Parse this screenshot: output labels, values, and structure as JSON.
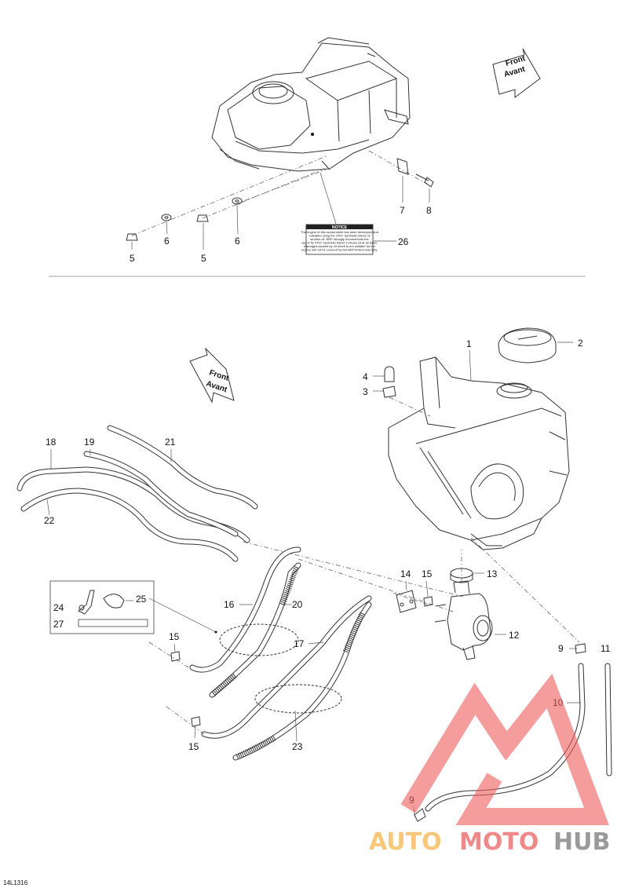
{
  "drawing_code": "14L1316",
  "front_arrow": {
    "line1": "Front",
    "line2": "Avant"
  },
  "notice_label": {
    "heading": "NOTICE",
    "text_lines": [
      "The engine of this snowmobile has been developed and",
      "validated using the XPS* Synthetic Blend oil",
      "strokes oil. BRP strongly recommends the",
      "use of its XPS* Synthetic Blend 2-stroke oil at all times.",
      "Damages caused by oil which is not suitable for the",
      "engine will not be covered by the BRP limited warranty."
    ]
  },
  "callouts_top": [
    {
      "id": "5a",
      "label": "5"
    },
    {
      "id": "6a",
      "label": "6"
    },
    {
      "id": "5b",
      "label": "5"
    },
    {
      "id": "6b",
      "label": "6"
    },
    {
      "id": "7",
      "label": "7"
    },
    {
      "id": "8",
      "label": "8"
    },
    {
      "id": "26",
      "label": "26"
    }
  ],
  "callouts_bottom": [
    {
      "id": "1",
      "label": "1"
    },
    {
      "id": "2",
      "label": "2"
    },
    {
      "id": "3",
      "label": "3"
    },
    {
      "id": "4",
      "label": "4"
    },
    {
      "id": "9a",
      "label": "9"
    },
    {
      "id": "9b",
      "label": "9"
    },
    {
      "id": "10",
      "label": "10"
    },
    {
      "id": "11",
      "label": "11"
    },
    {
      "id": "12",
      "label": "12"
    },
    {
      "id": "13",
      "label": "13"
    },
    {
      "id": "14",
      "label": "14"
    },
    {
      "id": "15a",
      "label": "15"
    },
    {
      "id": "15b",
      "label": "15"
    },
    {
      "id": "15c",
      "label": "15"
    },
    {
      "id": "16",
      "label": "16"
    },
    {
      "id": "17",
      "label": "17"
    },
    {
      "id": "18",
      "label": "18"
    },
    {
      "id": "19",
      "label": "19"
    },
    {
      "id": "20",
      "label": "20"
    },
    {
      "id": "21",
      "label": "21"
    },
    {
      "id": "22",
      "label": "22"
    },
    {
      "id": "23",
      "label": "23"
    },
    {
      "id": "24",
      "label": "24"
    },
    {
      "id": "25",
      "label": "25"
    },
    {
      "id": "27",
      "label": "27"
    }
  ],
  "watermark": {
    "part1": "AUTO",
    "part2": "MOTO",
    "part3": "HUB",
    "color1": "#f7c77a",
    "color2": "#f08a8a",
    "color3": "#9a9a9a",
    "logo_color": "#ef5a5a"
  },
  "colors": {
    "line": "#333333",
    "background": "#ffffff"
  }
}
